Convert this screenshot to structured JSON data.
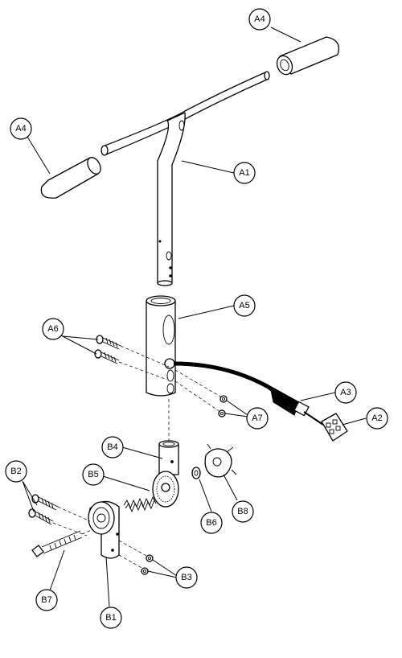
{
  "labels": {
    "a4_top": "A4",
    "a4_left": "A4",
    "a1": "A1",
    "a5": "A5",
    "a6": "A6",
    "a3": "A3",
    "a2": "A2",
    "a7": "A7",
    "b4": "B4",
    "b5": "B5",
    "b2": "B2",
    "b6": "B6",
    "b8": "B8",
    "b3": "B3",
    "b7": "B7",
    "b1": "B1"
  }
}
